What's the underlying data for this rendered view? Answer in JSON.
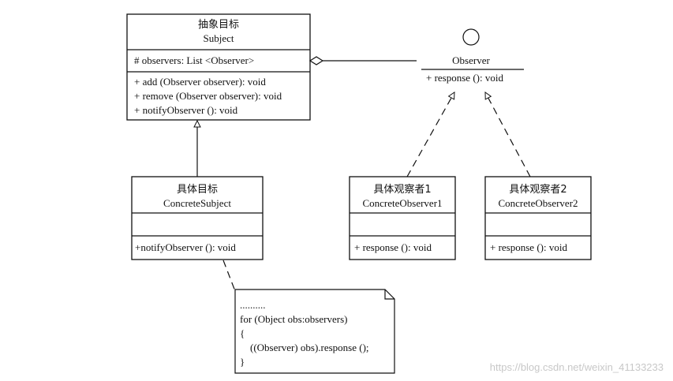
{
  "subject": {
    "title_cn": "抽象目标",
    "title_en": "Subject",
    "attributes": [
      "# observers: List <Observer>"
    ],
    "methods": [
      "+ add (Observer observer): void",
      "+ remove (Observer observer): void",
      "+ notifyObserver (): void"
    ]
  },
  "observer": {
    "name": "Observer",
    "methods": [
      "+ response (): void"
    ]
  },
  "concrete_subject": {
    "title_cn": "具体目标",
    "title_en": "ConcreteSubject",
    "methods": [
      "+notifyObserver (): void"
    ]
  },
  "concrete_observer1": {
    "title_cn": "具体观察者1",
    "title_en": "ConcreteObserver1",
    "methods": [
      "+ response (): void"
    ]
  },
  "concrete_observer2": {
    "title_cn": "具体观察者2",
    "title_en": "ConcreteObserver2",
    "methods": [
      "+ response (): void"
    ]
  },
  "note": {
    "lines": [
      "..........",
      "for (Object obs:observers)",
      "{",
      "    ((Observer) obs).response ();",
      "}"
    ]
  },
  "watermark": "https://blog.csdn.net/weixin_41133233"
}
